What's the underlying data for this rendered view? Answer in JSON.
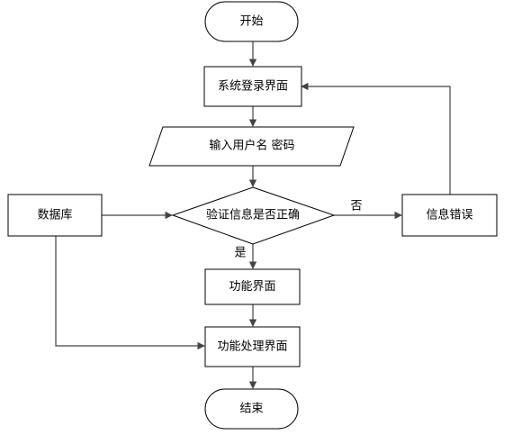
{
  "nodes": {
    "start": "开始",
    "login": "系统登录界面",
    "input": "输入用户名 密码",
    "verify": "验证信息是否正确",
    "database": "数据库",
    "error": "信息错误",
    "function": "功能界面",
    "processing": "功能处理界面",
    "end": "结束"
  },
  "edge_labels": {
    "no": "否",
    "yes": "是"
  }
}
